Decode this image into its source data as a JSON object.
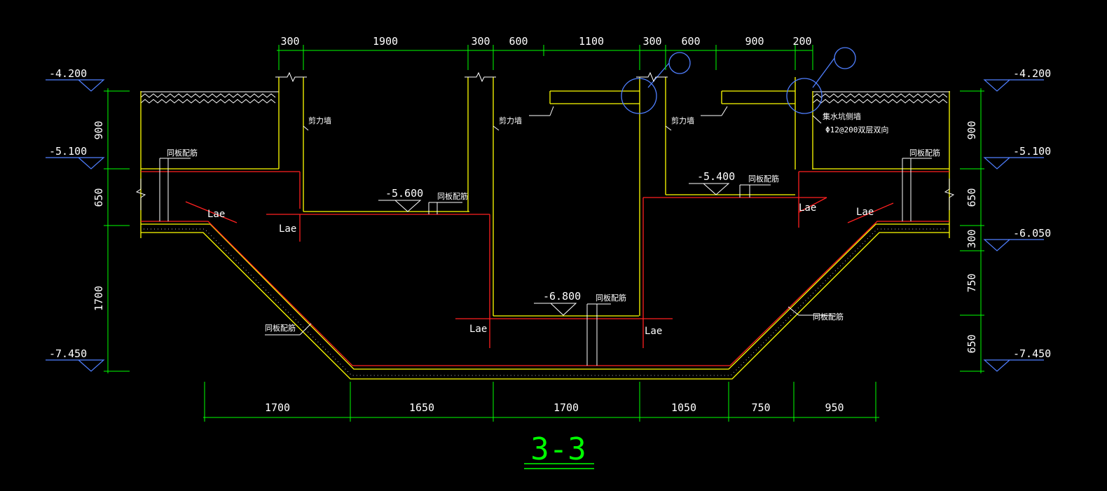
{
  "drawing": {
    "title": "3-3",
    "colors": {
      "background": "#000000",
      "dimension_line": "#00ff00",
      "wall": "#ffff00",
      "rebar": "#ff0000",
      "elevation_mark": "#4f7fff",
      "text": "#ffffff",
      "leader": "#ffffff",
      "hatch": "#ffffff"
    },
    "top_dimensions": [
      "300",
      "1900",
      "300",
      "600",
      "1100",
      "300",
      "600",
      "900",
      "200"
    ],
    "bottom_dimensions": [
      "1700",
      "1650",
      "1700",
      "1050",
      "750",
      "950"
    ],
    "left_vertical_dimensions": [
      "900",
      "650",
      "1700"
    ],
    "right_vertical_dimensions": [
      "900",
      "650",
      "300",
      "750",
      "650"
    ],
    "left_elevations": [
      "-4.200",
      "-5.100",
      "-7.450"
    ],
    "right_elevations": [
      "-4.200",
      "-5.100",
      "-6.050",
      "-7.450"
    ],
    "inner_elevations": [
      "-5.600",
      "-6.800",
      "-5.400"
    ],
    "labels": {
      "shear_wall": "剪力墙",
      "same_slab_rebar": "同板配筋",
      "sump_side_wall": "集水坑侧墙",
      "sump_rebar": "Φ12@200双层双向",
      "anchor": "Lae"
    }
  }
}
